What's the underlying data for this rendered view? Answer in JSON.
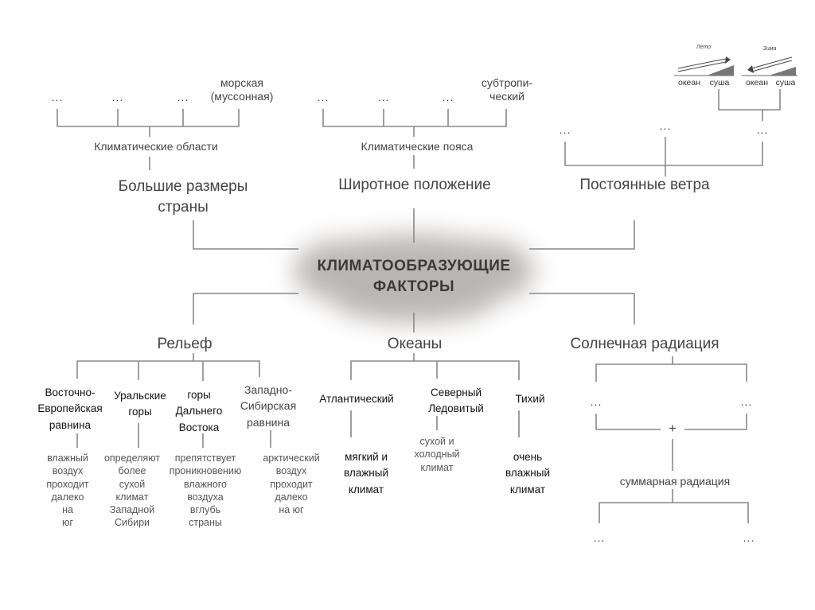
{
  "center": {
    "line1": "КЛИМАТООБРАЗУЮЩИЕ",
    "line2": "ФАКТОРЫ"
  },
  "top": {
    "sizes": {
      "title_line1": "Большие размеры",
      "title_line2": "страны",
      "sub": "Климатические области",
      "items": [
        "...",
        "...",
        "..."
      ],
      "last_line1": "морская",
      "last_line2": "(муссонная)"
    },
    "latitude": {
      "title": "Широтное положение",
      "sub": "Климатические пояса",
      "items": [
        "...",
        "...",
        "..."
      ],
      "last_line1": "субтропи-",
      "last_line2": "ческий"
    },
    "winds": {
      "title": "Постоянные ветра",
      "items": [
        "...",
        "...",
        "..."
      ],
      "pictures": {
        "summer": "Лето",
        "winter": "Зима",
        "ocean": "океан",
        "land": "суша"
      }
    }
  },
  "bottom": {
    "relief": {
      "title": "Рельеф",
      "items": [
        {
          "name": [
            "Восточно-",
            "Европейская",
            "равнина"
          ],
          "desc": [
            "влажный",
            "воздух",
            "проходит",
            "далеко",
            "на",
            "юг"
          ]
        },
        {
          "name": [
            "Уральские",
            "горы"
          ],
          "desc": [
            "определяют",
            "более",
            "сухой",
            "климат",
            "Западной",
            "Сибири"
          ]
        },
        {
          "name": [
            "горы",
            "Дальнего",
            "Востока"
          ],
          "desc": [
            "препятствует",
            "проникновению",
            "влажного",
            "воздуха",
            "вглубь",
            "страны"
          ]
        },
        {
          "name": [
            "Западно-",
            "Сибирская",
            "равнина"
          ],
          "desc": [
            "арктический",
            "воздух",
            "проходит",
            "далеко",
            "на юг"
          ]
        }
      ]
    },
    "oceans": {
      "title": "Океаны",
      "items": [
        {
          "name": [
            "Атлантический"
          ],
          "desc": [
            "мягкий и",
            "влажный",
            "климат"
          ]
        },
        {
          "name": [
            "Северный",
            "Ледовитый"
          ],
          "desc": [
            "сухой и",
            "холодный",
            "климат"
          ]
        },
        {
          "name": [
            "Тихий"
          ],
          "desc": [
            "очень",
            "влажный",
            "климат"
          ]
        }
      ]
    },
    "solar": {
      "title": "Солнечная радиация",
      "items": [
        "...",
        "..."
      ],
      "plus": "+",
      "sum": "суммарная радиация",
      "sum_items": [
        "...",
        "..."
      ]
    }
  }
}
